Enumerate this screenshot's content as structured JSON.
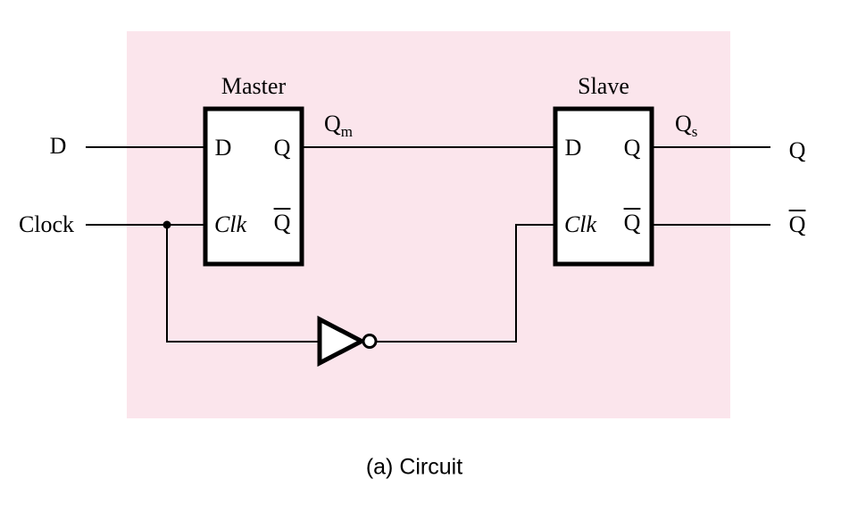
{
  "diagram": {
    "caption": "(a) Circuit",
    "highlight_color": "#fbe5ec",
    "wire_color": "#000000",
    "inputs": {
      "d": "D",
      "clock": "Clock"
    },
    "master": {
      "title": "Master",
      "pin_d": "D",
      "pin_q": "Q",
      "pin_clk": "Clk",
      "pin_qbar": "Q"
    },
    "slave": {
      "title": "Slave",
      "pin_d": "D",
      "pin_q": "Q",
      "pin_clk": "Clk",
      "pin_qbar": "Q"
    },
    "nets": {
      "qm_base": "Q",
      "qm_sub": "m",
      "qs_base": "Q",
      "qs_sub": "s"
    },
    "outputs": {
      "q": "Q",
      "qbar": "Q"
    }
  }
}
